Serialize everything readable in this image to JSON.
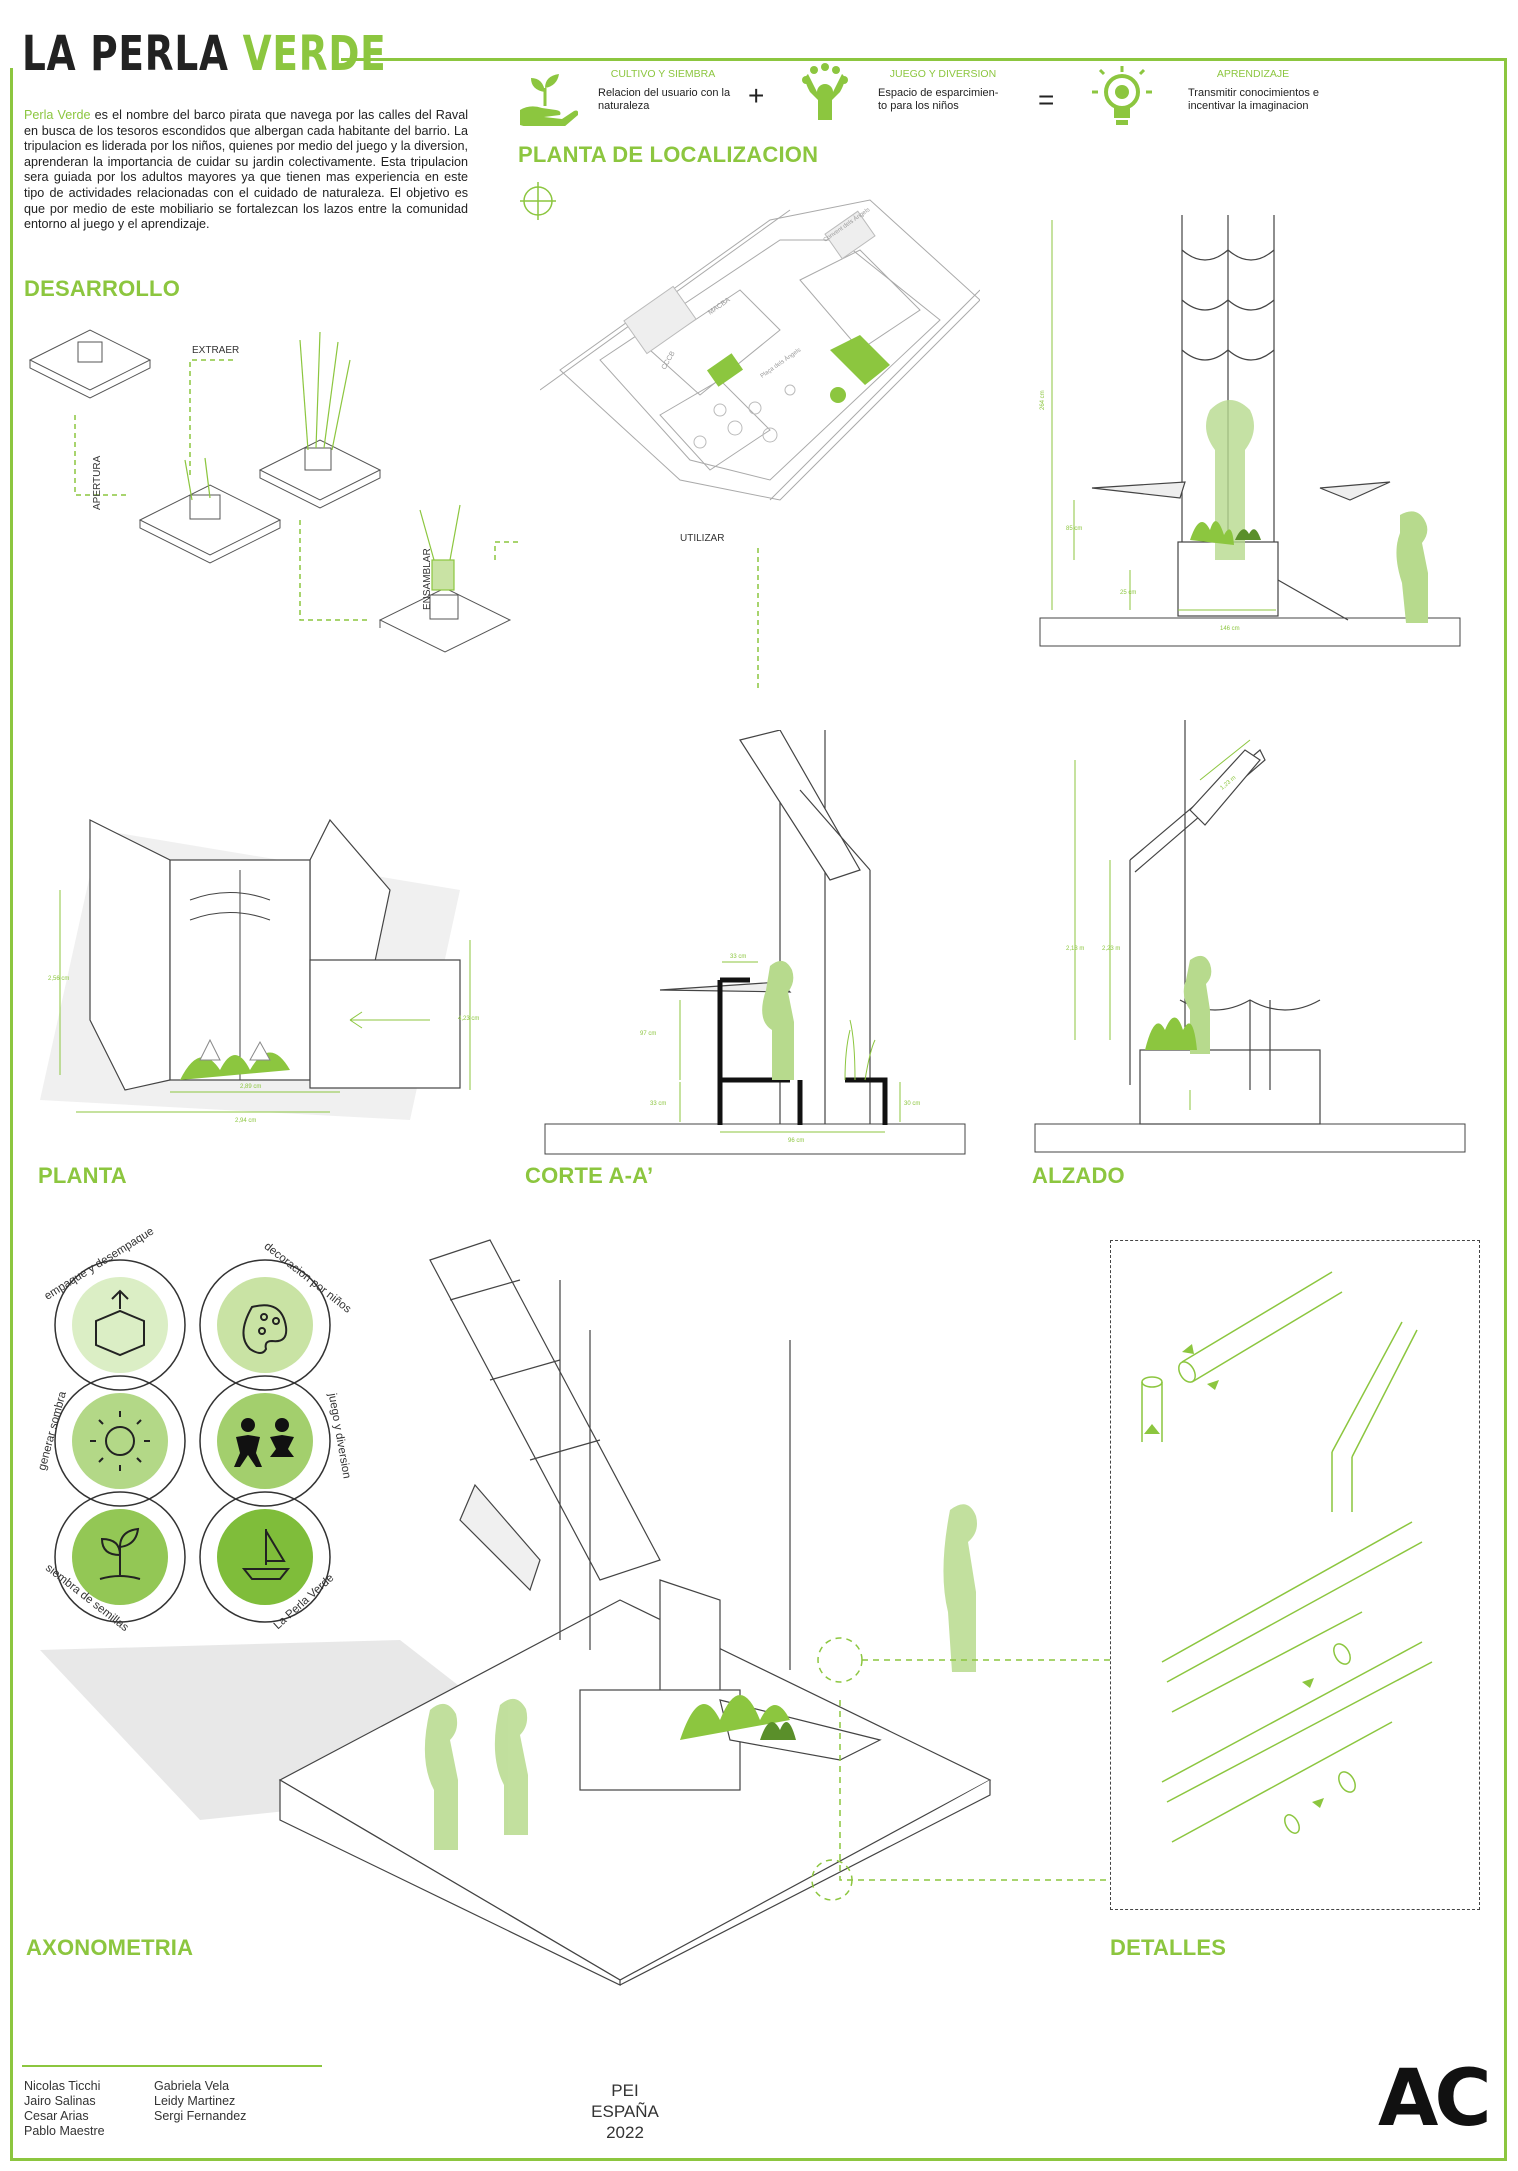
{
  "header": {
    "title_main": "LA PERLA",
    "title_accent": "VERDE",
    "intro_highlight": "Perla Verde",
    "intro_text": " es el nombre del barco pirata que navega por las calles del Raval en busca de los tesoros escondidos que albergan cada habitante del barrio. La tripulacion es liderada por los niños, quienes por medio del juego y la diversion, aprenderan la importancia de cuidar su jardin colectivamente. Esta tripulacion sera guiada por los adultos mayores ya que tienen mas experiencia en este tipo de actividades relacionadas con el cuidado de naturaleza. El objetivo es que por medio de este mobiliario se fortalezcan los lazos entre la comunidad entorno al juego y el aprendizaje."
  },
  "legend": {
    "items": [
      {
        "title": "CULTIVO Y SIEMBRA",
        "text": "Relacion del usuario con la naturaleza",
        "icon": "hand-sprout-icon"
      },
      {
        "title": "JUEGO Y DIVERSION",
        "text": "Espacio de esparcimien- to para los niños",
        "icon": "child-play-icon"
      },
      {
        "title": "APRENDIZAJE",
        "text": "Transmitir conocimientos e incentivar la imaginacion",
        "icon": "lightbulb-icon"
      }
    ],
    "plus": "+",
    "equals": "="
  },
  "sections": {
    "localizacion": "PLANTA DE LOCALIZACION",
    "desarrollo": "DESARROLLO",
    "planta": "PLANTA",
    "corte": "CORTE A-A’",
    "alzado": "ALZADO",
    "axonometria": "AXONOMETRIA",
    "detalles": "DETALLES"
  },
  "desarrollo_steps": [
    "APERTURA",
    "EXTRAER",
    "ENSAMBLAR",
    "UTILIZAR"
  ],
  "map_labels": [
    "MACBA",
    "CCCB",
    "Plaça dels Àngels",
    "Convent dels Àngels"
  ],
  "dimensions": {
    "elevation": [
      "264 cm",
      "85 cm",
      "25 cm",
      "146 cm"
    ],
    "plan": [
      "2,56 cm",
      "2,89 cm",
      "2,94 cm",
      "4,23 cm"
    ],
    "section": [
      "33 cm",
      "97 cm",
      "33 cm",
      "30 cm",
      "96 cm"
    ],
    "alzado": [
      "1,23 m",
      "2,13 m",
      "2,23 m"
    ]
  },
  "circles": [
    {
      "label": "empaque y desempaque",
      "icon": "box-unpack-icon"
    },
    {
      "label": "decoracion por niños",
      "icon": "paint-palette-icon"
    },
    {
      "label": "generar sombra",
      "icon": "sun-icon"
    },
    {
      "label": "juego y diversion",
      "icon": "kids-icon"
    },
    {
      "label": "siembra de semillas",
      "icon": "seedling-icon"
    },
    {
      "label": "La Perla Verde",
      "icon": "sailboat-icon"
    }
  ],
  "credits": {
    "col1": [
      "Nicolas Ticchi",
      "Jairo Salinas",
      "Cesar Arias",
      "Pablo Maestre"
    ],
    "col2": [
      "Gabriela Vela",
      "Leidy Martinez",
      "Sergi Fernandez"
    ],
    "pei": [
      "PEI",
      "ESPAÑA",
      "2022"
    ],
    "logo": "AC"
  },
  "colors": {
    "accent": "#8cc63f",
    "accent_light": "#c9e3a4",
    "figure": "#b7da8d",
    "line": "#444444"
  }
}
